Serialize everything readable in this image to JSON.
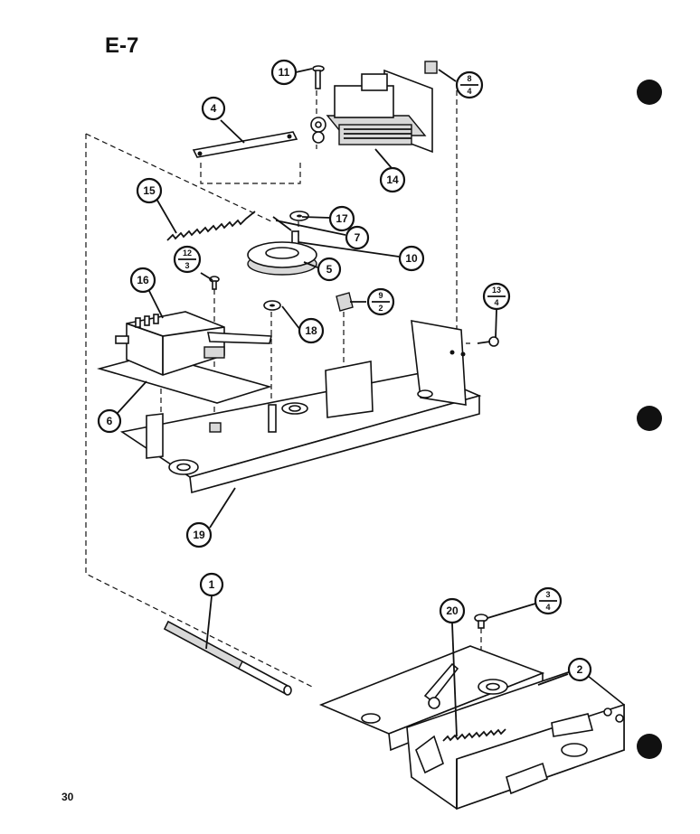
{
  "title": "E-7",
  "page_number": "30",
  "callouts": {
    "c1": "1",
    "c2": "2",
    "c4": "4",
    "c5": "5",
    "c6": "6",
    "c7": "7",
    "c10": "10",
    "c11": "11",
    "c14": "14",
    "c15": "15",
    "c16": "16",
    "c17": "17",
    "c18": "18",
    "c19": "19",
    "c20": "20"
  },
  "fraction_callouts": {
    "f8": {
      "top": "8",
      "bottom": "4"
    },
    "f12": {
      "top": "12",
      "bottom": "3"
    },
    "f9": {
      "top": "9",
      "bottom": "2"
    },
    "f13": {
      "top": "13",
      "bottom": "4"
    },
    "f3": {
      "top": "3",
      "bottom": "4"
    }
  }
}
